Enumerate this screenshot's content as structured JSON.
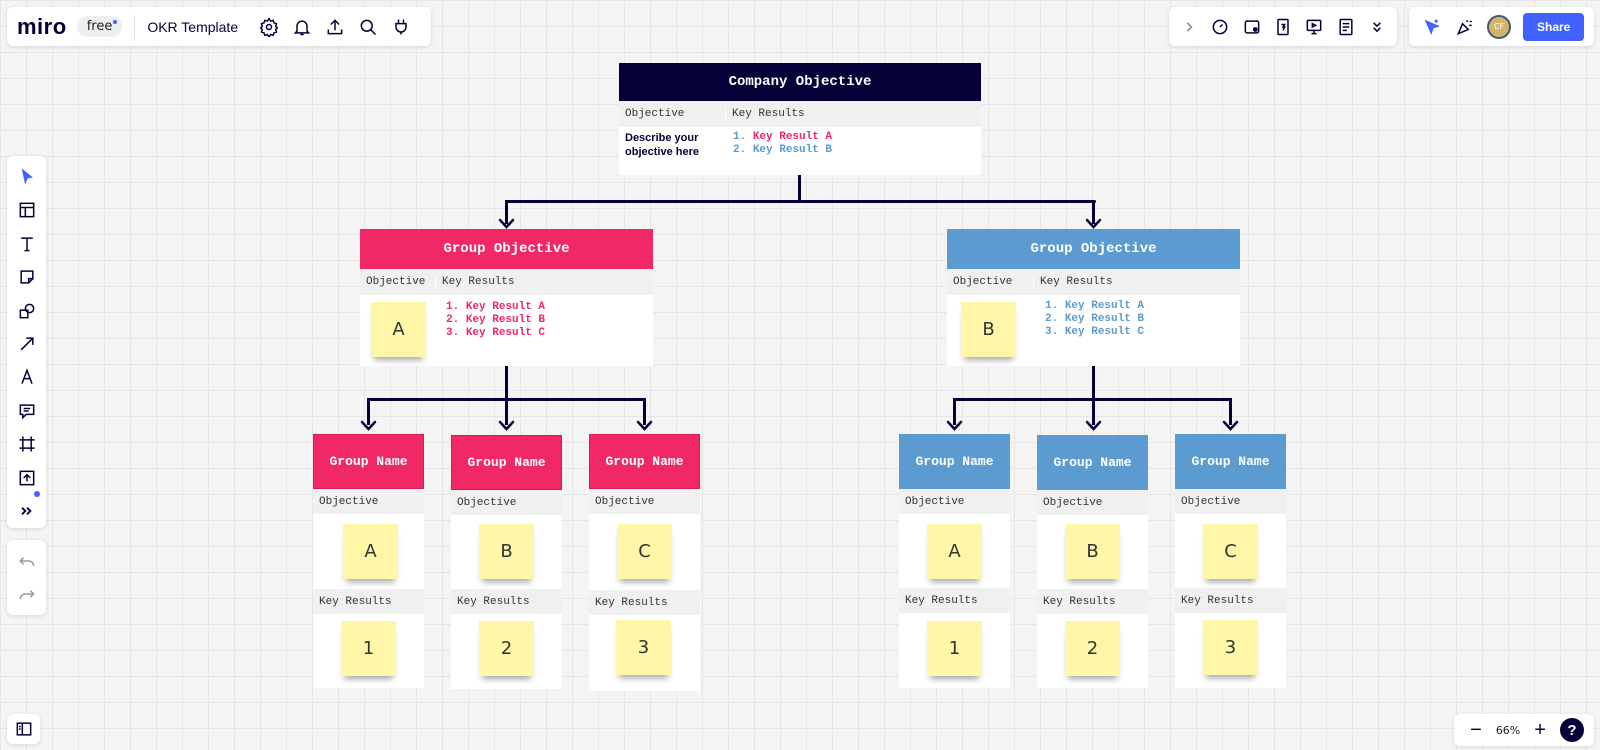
{
  "app": {
    "logo": "miro",
    "plan_badge": "free",
    "board_title": "OKR Template"
  },
  "topbar": {
    "left_icons": [
      "settings-icon",
      "bell-icon",
      "upload-icon",
      "search-icon",
      "plugin-icon"
    ],
    "right_icons": [
      "chevron-right-icon",
      "timer-icon",
      "card-icon",
      "calendar-icon",
      "present-icon",
      "notes-icon",
      "double-chevron-down-icon"
    ],
    "collab_icons": [
      "cursor-icon",
      "celebrate-icon"
    ],
    "avatar_initials": "CF",
    "share_label": "Share"
  },
  "left_toolbar": {
    "tools": [
      "select-icon",
      "templates-icon",
      "text-icon",
      "sticky-note-icon",
      "shapes-icon",
      "arrow-icon",
      "pen-icon",
      "comment-icon",
      "frame-icon",
      "upload-icon",
      "more-icon"
    ]
  },
  "zoom": {
    "minus": "−",
    "level": "66%",
    "plus": "+",
    "help": "?"
  },
  "colors": {
    "navy": "#050038",
    "pink": "#f02865",
    "blue": "#5b9bd0",
    "sticky": "#fff6a8",
    "accent": "#4262ff"
  },
  "company": {
    "title": "Company Objective",
    "col_objective": "Objective",
    "col_key_results": "Key Results",
    "objective_text_1": "Describe your",
    "objective_text_2": "objective here",
    "key_results": [
      {
        "num": "1.",
        "text": "Key Result A"
      },
      {
        "num": "2.",
        "text": "Key Result B"
      }
    ]
  },
  "groups": [
    {
      "title": "Group Objective",
      "col_objective": "Objective",
      "col_key_results": "Key Results",
      "sticky": "A",
      "key_results": [
        {
          "num": "1.",
          "text": "Key Result A"
        },
        {
          "num": "2.",
          "text": "Key Result B"
        },
        {
          "num": "3.",
          "text": "Key Result C"
        }
      ]
    },
    {
      "title": "Group Objective",
      "col_objective": "Objective",
      "col_key_results": "Key Results",
      "sticky": "B",
      "key_results": [
        {
          "num": "1.",
          "text": "Key Result A"
        },
        {
          "num": "2.",
          "text": "Key Result B"
        },
        {
          "num": "3.",
          "text": "Key Result C"
        }
      ]
    }
  ],
  "teams": [
    {
      "title": "Group Name",
      "obj_label": "Objective",
      "obj_sticky": "A",
      "kr_label": "Key Results",
      "kr_sticky": "1"
    },
    {
      "title": "Group Name",
      "obj_label": "Objective",
      "obj_sticky": "B",
      "kr_label": "Key Results",
      "kr_sticky": "2"
    },
    {
      "title": "Group Name",
      "obj_label": "Objective",
      "obj_sticky": "C",
      "kr_label": "Key Results",
      "kr_sticky": "3"
    },
    {
      "title": "Group Name",
      "obj_label": "Objective",
      "obj_sticky": "A",
      "kr_label": "Key Results",
      "kr_sticky": "1"
    },
    {
      "title": "Group Name",
      "obj_label": "Objective",
      "obj_sticky": "B",
      "kr_label": "Key Results",
      "kr_sticky": "2"
    },
    {
      "title": "Group Name",
      "obj_label": "Objective",
      "obj_sticky": "C",
      "kr_label": "Key Results",
      "kr_sticky": "3"
    }
  ]
}
